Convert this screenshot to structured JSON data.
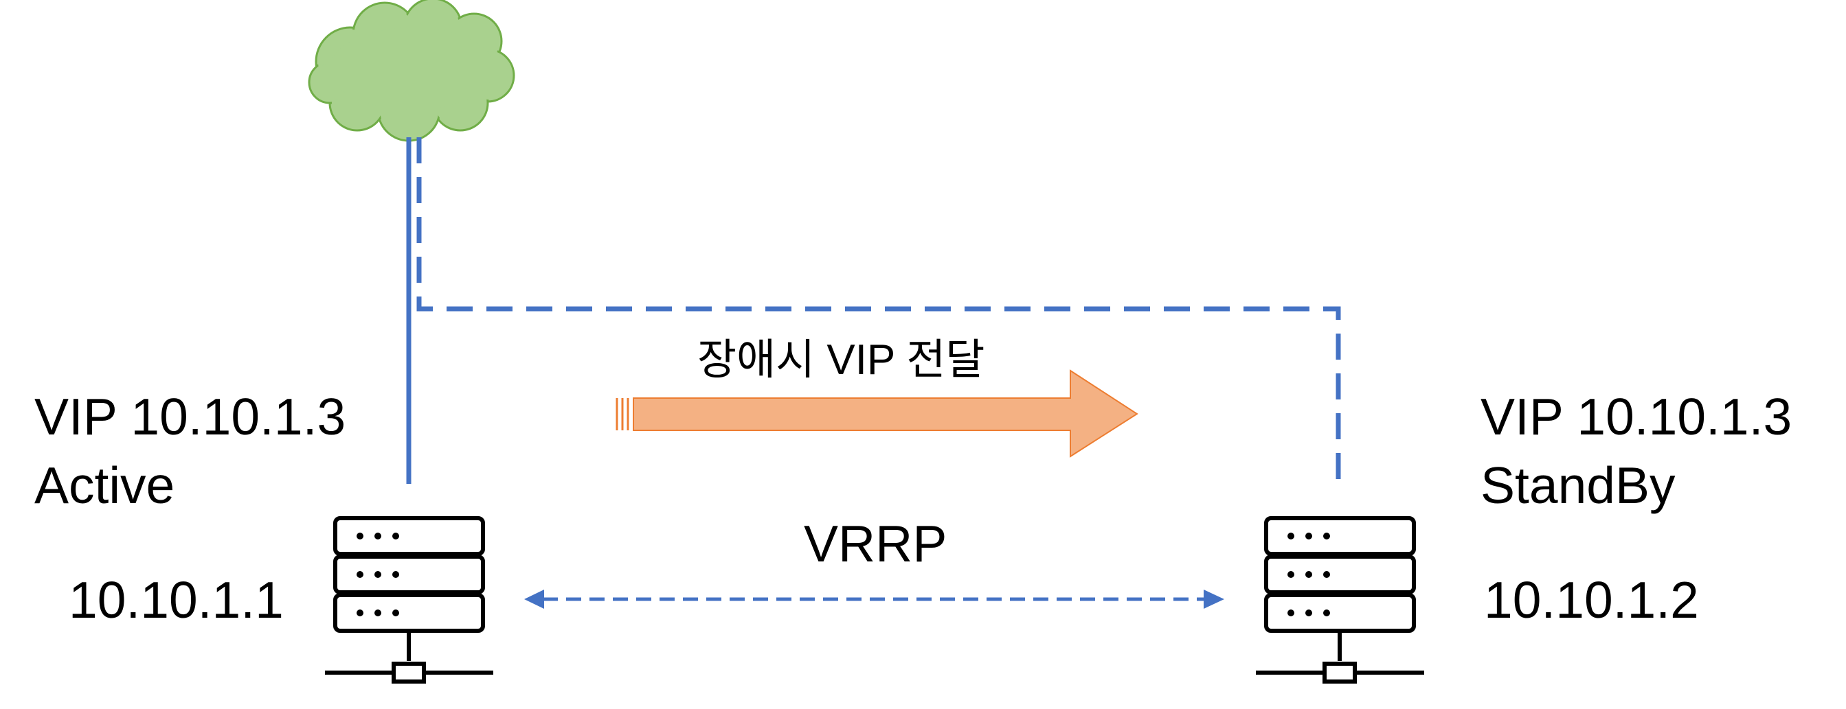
{
  "colors": {
    "link": "#4472c4",
    "cloud_fill": "#a9d18e",
    "cloud_stroke": "#70ad47",
    "arrow_fill": "#f4b183",
    "arrow_stroke": "#ed7d31",
    "server": "#000000"
  },
  "icons": {
    "cloud": "cloud-icon",
    "server": "server-icon"
  },
  "left_node": {
    "vip": "VIP 10.10.1.3",
    "state": "Active",
    "ip": "10.10.1.1"
  },
  "right_node": {
    "vip": "VIP 10.10.1.3",
    "state": "StandBy",
    "ip": "10.10.1.2"
  },
  "failover": {
    "label": "장애시 VIP 전달"
  },
  "protocol": {
    "label": "VRRP"
  }
}
